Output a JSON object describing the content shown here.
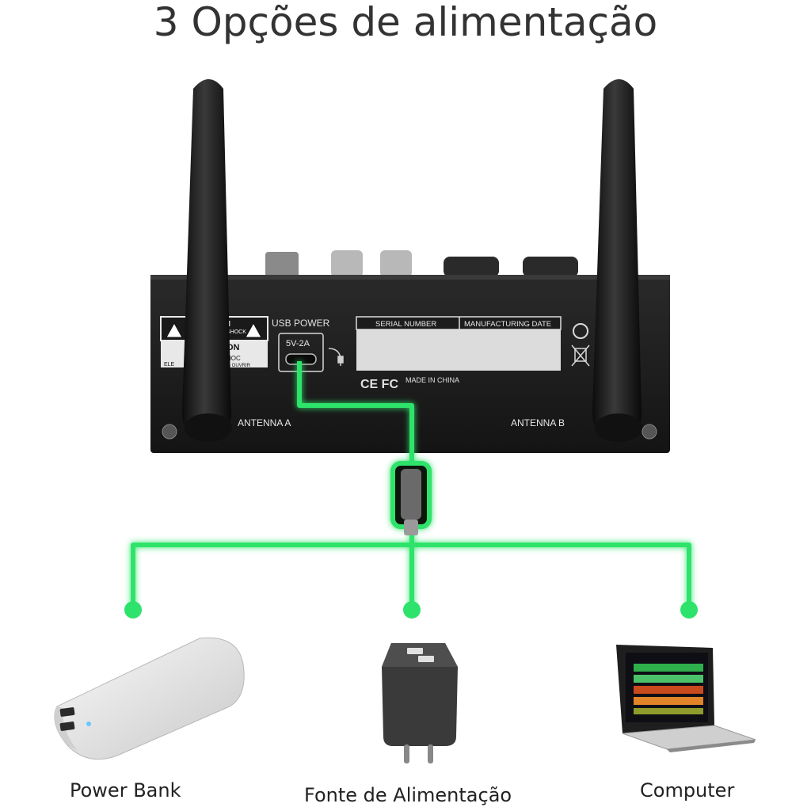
{
  "title": "3 Opções de alimentação",
  "device": {
    "usb_power_label": "USB POWER",
    "usb_rating": "5V-2A",
    "serial_header": "SERIAL NUMBER",
    "manufacture_header": "MANUFACTURING DATE",
    "certifications": "CE FC",
    "made_in": "MADE IN CHINA",
    "antenna_a": "ANTENNA A",
    "antenna_b": "ANTENNA B",
    "warning_line1": "ON",
    "warning_line2": "SHOCK",
    "warning_line3": "ON",
    "warning_line4": "HOC",
    "warning_line5": "AS OUVRIR",
    "warning_fragment": "ELE"
  },
  "options": [
    {
      "label": "Power Bank"
    },
    {
      "label": "Fonte de Alimentação"
    },
    {
      "label": "Computer"
    }
  ],
  "colors": {
    "cable_green": "#2ee36b",
    "device_body": "#1c1c1c",
    "title_text": "#333333"
  }
}
